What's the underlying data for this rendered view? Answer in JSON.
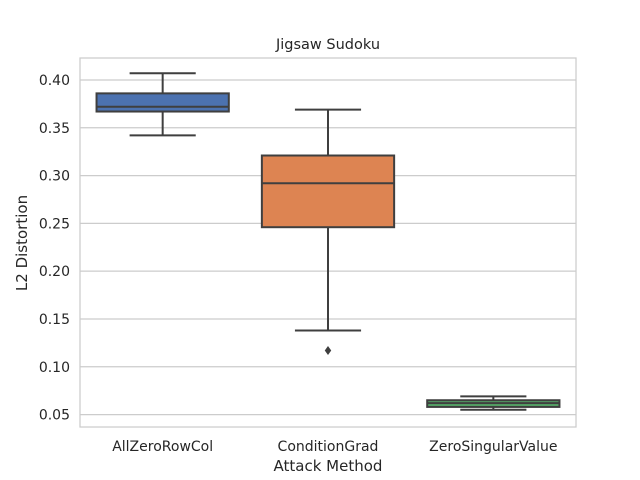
{
  "chart_data": {
    "type": "box",
    "title": "Jigsaw Sudoku",
    "xlabel": "Attack Method",
    "ylabel": "L2 Distortion",
    "ylim": [
      0.037,
      0.423
    ],
    "yticks": [
      0.05,
      0.1,
      0.15,
      0.2,
      0.25,
      0.3,
      0.35,
      0.4
    ],
    "ytick_labels": [
      "0.05",
      "0.10",
      "0.15",
      "0.20",
      "0.25",
      "0.30",
      "0.35",
      "0.40"
    ],
    "grid": "horizontal",
    "categories": [
      "AllZeroRowCol",
      "ConditionGrad",
      "ZeroSingularValue"
    ],
    "boxes": [
      {
        "category": "AllZeroRowCol",
        "whisker_low": 0.342,
        "q1": 0.367,
        "median": 0.372,
        "q3": 0.386,
        "whisker_high": 0.407,
        "outliers": [],
        "color": "#4c72b0"
      },
      {
        "category": "ConditionGrad",
        "whisker_low": 0.138,
        "q1": 0.246,
        "median": 0.292,
        "q3": 0.321,
        "whisker_high": 0.369,
        "outliers": [
          0.117
        ],
        "color": "#dd8452"
      },
      {
        "category": "ZeroSingularValue",
        "whisker_low": 0.055,
        "q1": 0.058,
        "median": 0.062,
        "q3": 0.065,
        "whisker_high": 0.069,
        "outliers": [],
        "color": "#55a868"
      }
    ]
  }
}
